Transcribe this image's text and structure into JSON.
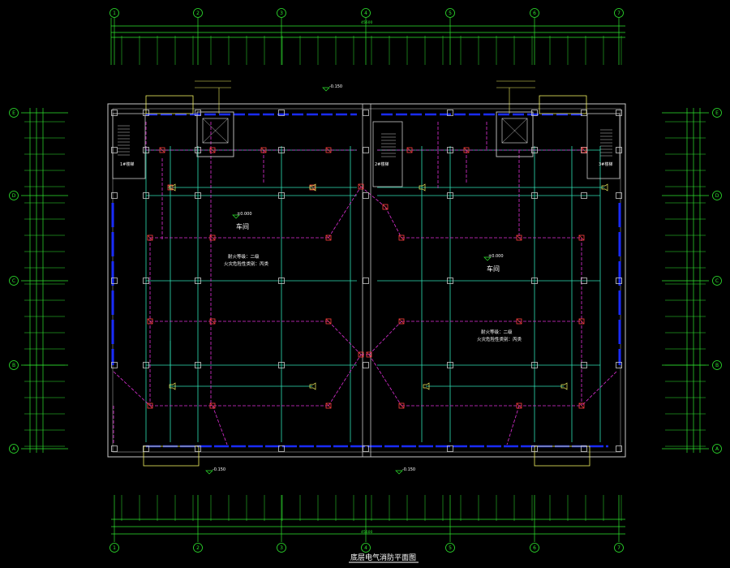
{
  "colors": {
    "background": "#000000",
    "dimension": "#2ee62e",
    "wall": "#c8c8c8",
    "wall_fill": "#8a8a8a",
    "power_line": "#2fe0b4",
    "fire_line": "#e030d8",
    "column": "#c8c8c8",
    "boundary_thick": "#1a2cff",
    "door": "#f0f060",
    "text": "#ffffff",
    "device": "#ff4040"
  },
  "grid": {
    "vertical": [
      "1",
      "2",
      "3",
      "4",
      "5",
      "6",
      "7"
    ],
    "horizontal": [
      "E",
      "D",
      "C",
      "B",
      "A"
    ]
  },
  "rooms": {
    "workshop_left": "车间",
    "workshop_right": "车间",
    "stair_left": "1#楼梯",
    "stair_mid": "2#楼梯",
    "stair_right": "3#楼梯"
  },
  "notes": {
    "fire_rating": "耐火等级：二级",
    "hazard_class": "火灾危险性类别：丙类"
  },
  "levels": {
    "top": "-0.150",
    "bottom_left": "-0.150",
    "bottom_mid": "-0.150",
    "workshop_left": "±0.000",
    "workshop_right": "±0.000"
  },
  "drawing_title": "底层电气消防平面图",
  "dim_total": "45600"
}
